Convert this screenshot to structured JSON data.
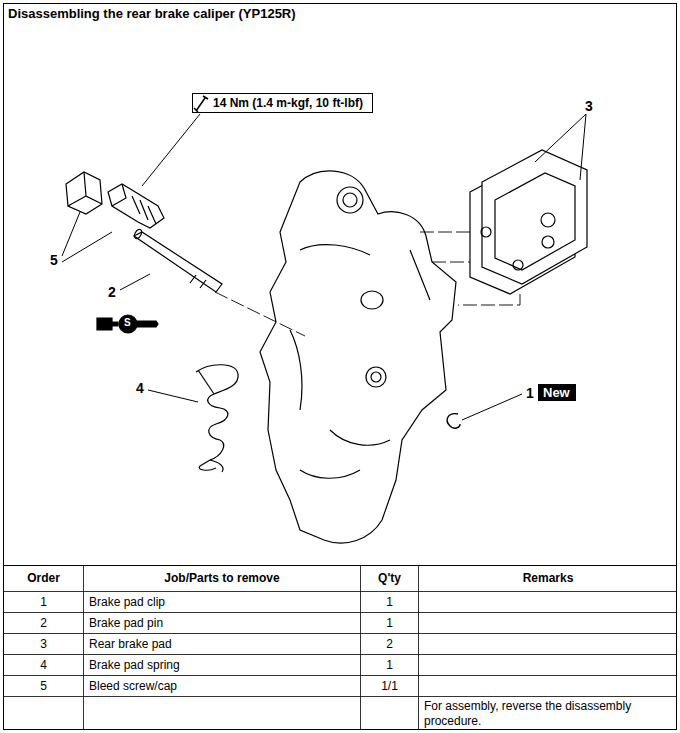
{
  "diagram": {
    "title": "Disassembling the rear brake caliper (YP125R)",
    "nodes": [
      {
        "text": [
          "14 Nm (1.4 m-kgf, 10 ft-lbf)"
        ]
      },
      {
        "text": [
          "New"
        ]
      }
    ],
    "labels": [
      "3",
      "5",
      "2",
      "4",
      "1",
      "S",
      "Order",
      "Job/Parts to remove",
      "Q'ty",
      "Remarks",
      "1",
      "Brake pad clip",
      "1",
      "2",
      "Brake pad pin",
      "1",
      "3",
      "Rear brake pad",
      "2",
      "4",
      "Brake pad spring",
      "1",
      "5",
      "Bleed screw/cap",
      "1/1",
      "For assembly, reverse the disassembly procedure."
    ]
  }
}
